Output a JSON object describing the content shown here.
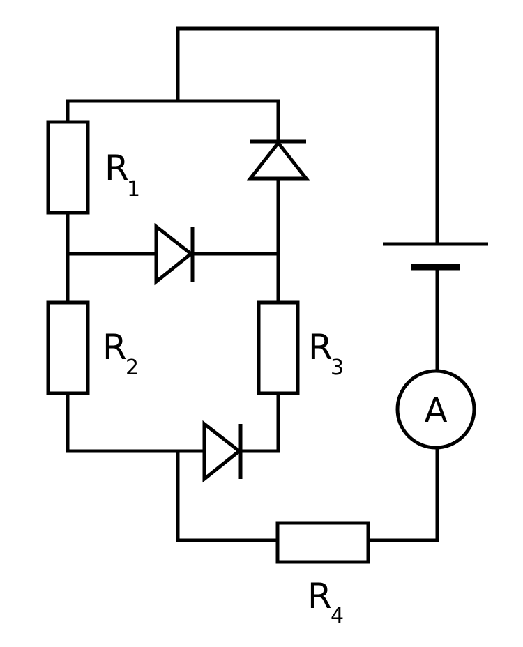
{
  "resistors": [
    {
      "id": "R1",
      "letter": "R",
      "index": "1"
    },
    {
      "id": "R2",
      "letter": "R",
      "index": "2"
    },
    {
      "id": "R3",
      "letter": "R",
      "index": "3"
    },
    {
      "id": "R4",
      "letter": "R",
      "index": "4"
    }
  ],
  "ammeter": {
    "symbol": "A"
  },
  "colors": {
    "line": "#000000",
    "background": "#ffffff"
  },
  "components": [
    "resistor-icon",
    "diode-icon",
    "battery-icon",
    "ammeter-icon"
  ]
}
